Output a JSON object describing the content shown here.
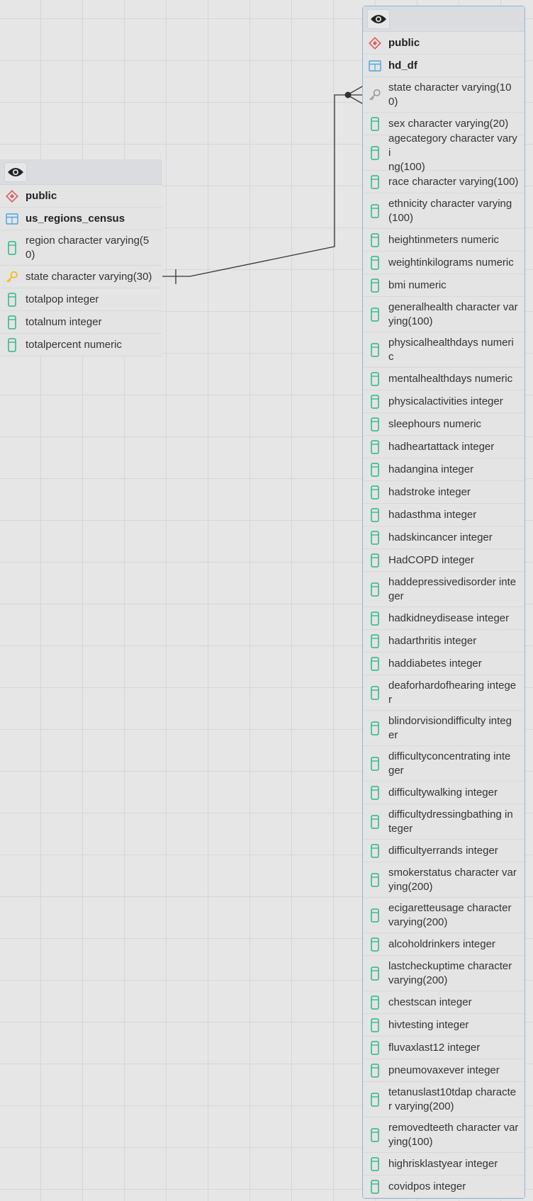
{
  "left_table": {
    "schema": "public",
    "name": "us_regions_census",
    "columns": [
      {
        "text": "region character varying(5\n0)",
        "type": "column"
      },
      {
        "text": "state character varying(30)",
        "type": "key"
      },
      {
        "text": "totalpop integer",
        "type": "column"
      },
      {
        "text": "totalnum integer",
        "type": "column"
      },
      {
        "text": "totalpercent numeric",
        "type": "column"
      }
    ]
  },
  "right_table": {
    "schema": "public",
    "name": "hd_df",
    "columns": [
      {
        "text": "state character varying(10\n0)",
        "type": "fkey"
      },
      {
        "text": "sex character varying(20)",
        "type": "column"
      },
      {
        "text": "agecategory character varyi\nng(100)",
        "type": "column"
      },
      {
        "text": "race character varying(100)",
        "type": "column"
      },
      {
        "text": "ethnicity character varying\n(100)",
        "type": "column"
      },
      {
        "text": "heightinmeters numeric",
        "type": "column"
      },
      {
        "text": "weightinkilograms numeric",
        "type": "column"
      },
      {
        "text": "bmi numeric",
        "type": "column"
      },
      {
        "text": "generalhealth character var\nying(100)",
        "type": "column"
      },
      {
        "text": "physicalhealthdays numeri\nc",
        "type": "column"
      },
      {
        "text": "mentalhealthdays numeric",
        "type": "column"
      },
      {
        "text": "physicalactivities integer",
        "type": "column"
      },
      {
        "text": "sleephours numeric",
        "type": "column"
      },
      {
        "text": "hadheartattack integer",
        "type": "column"
      },
      {
        "text": "hadangina integer",
        "type": "column"
      },
      {
        "text": "hadstroke integer",
        "type": "column"
      },
      {
        "text": "hadasthma integer",
        "type": "column"
      },
      {
        "text": "hadskincancer integer",
        "type": "column"
      },
      {
        "text": "HadCOPD integer",
        "type": "column"
      },
      {
        "text": "haddepressivedisorder inte\nger",
        "type": "column"
      },
      {
        "text": "hadkidneydisease integer",
        "type": "column"
      },
      {
        "text": "hadarthritis integer",
        "type": "column"
      },
      {
        "text": "haddiabetes integer",
        "type": "column"
      },
      {
        "text": "deaforhardofhearing intege\nr",
        "type": "column"
      },
      {
        "text": "blindorvisiondifficulty integ\ner",
        "type": "column"
      },
      {
        "text": "difficultyconcentrating inte\nger",
        "type": "column"
      },
      {
        "text": "difficultywalking integer",
        "type": "column"
      },
      {
        "text": "difficultydressingbathing in\nteger",
        "type": "column"
      },
      {
        "text": "difficultyerrands integer",
        "type": "column"
      },
      {
        "text": "smokerstatus character var\nying(200)",
        "type": "column"
      },
      {
        "text": "ecigaretteusage character\nvarying(200)",
        "type": "column"
      },
      {
        "text": "alcoholdrinkers integer",
        "type": "column"
      },
      {
        "text": "lastcheckuptime character\nvarying(200)",
        "type": "column"
      },
      {
        "text": "chestscan integer",
        "type": "column"
      },
      {
        "text": "hivtesting integer",
        "type": "column"
      },
      {
        "text": "fluvaxlast12 integer",
        "type": "column"
      },
      {
        "text": "pneumovaxever integer",
        "type": "column"
      },
      {
        "text": "tetanuslast10tdap characte\nr varying(200)",
        "type": "column"
      },
      {
        "text": "removedteeth character var\nying(100)",
        "type": "column"
      },
      {
        "text": "highrisklastyear integer",
        "type": "column"
      },
      {
        "text": "covidpos integer",
        "type": "column"
      }
    ]
  },
  "relationship": {
    "from": "us_regions_census.state",
    "to": "hd_df.state"
  },
  "colors": {
    "schema_icon": "#e05a5a",
    "table_icon": "#4aa3df",
    "column_icon": "#2bb58b",
    "primary_key_icon": "#f0c020",
    "foreign_key_icon": "#9a9a9a",
    "selected_border": "#8fb6d6"
  }
}
